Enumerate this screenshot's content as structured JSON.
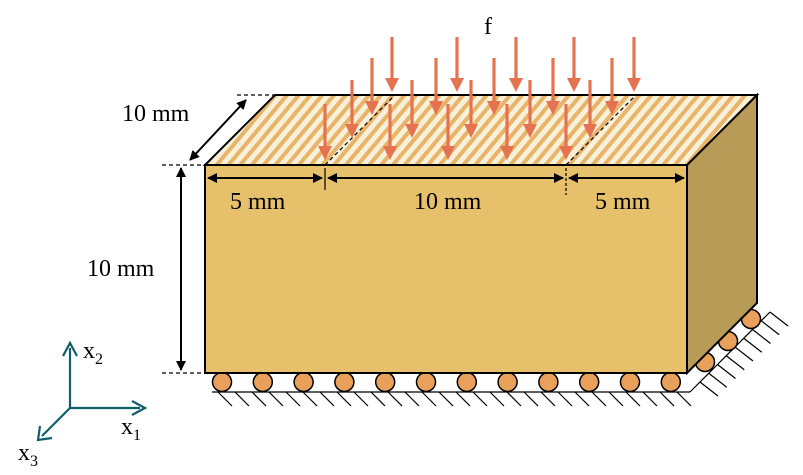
{
  "labels": {
    "force": "f",
    "depth": "10 mm",
    "height": "10 mm",
    "left_segment": "5 mm",
    "middle_segment": "10 mm",
    "right_segment": "5 mm"
  },
  "axes": {
    "x1": {
      "base": "x",
      "sub": "1"
    },
    "x2": {
      "base": "x",
      "sub": "2"
    },
    "x3": {
      "base": "x",
      "sub": "3"
    }
  },
  "colors": {
    "block_front": "#e6c06a",
    "block_side": "#b99b58",
    "block_top": "#f8f0d8",
    "hatch": "#e8b46a",
    "arrow": "#e57350",
    "roller": "#e8a05a",
    "outline": "#000000"
  },
  "icons": {
    "load": "downward-arrow-icon",
    "support": "roller-support-icon"
  }
}
